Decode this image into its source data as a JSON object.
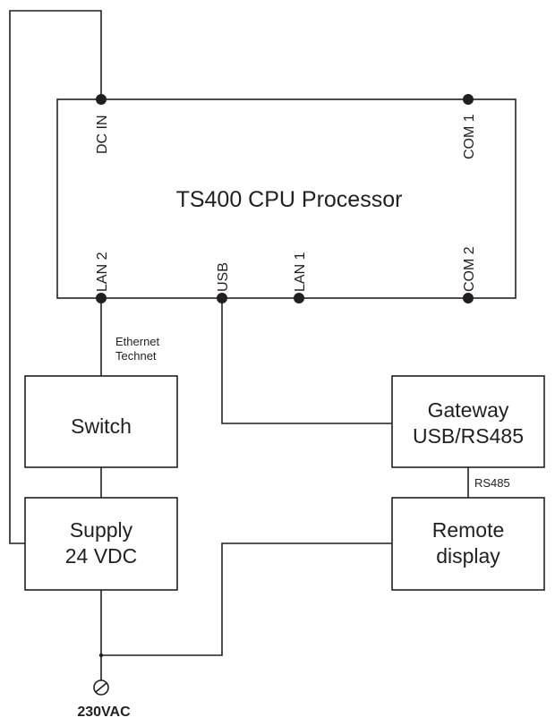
{
  "cpu": {
    "title": "TS400 CPU Processor",
    "pins": {
      "dc_in": "DC IN",
      "com1": "COM 1",
      "lan2": "LAN 2",
      "usb": "USB",
      "lan1": "LAN 1",
      "com2": "COM 2"
    }
  },
  "switch": {
    "label": "Switch"
  },
  "supply": {
    "line1": "Supply",
    "line2": "24 VDC"
  },
  "gateway": {
    "line1": "Gateway",
    "line2": "USB/RS485"
  },
  "remote": {
    "line1": "Remote",
    "line2": "display"
  },
  "links": {
    "ethernet_line1": "Ethernet",
    "ethernet_line2": "Technet",
    "rs485": "RS485"
  },
  "mains": {
    "label": "230VAC"
  }
}
